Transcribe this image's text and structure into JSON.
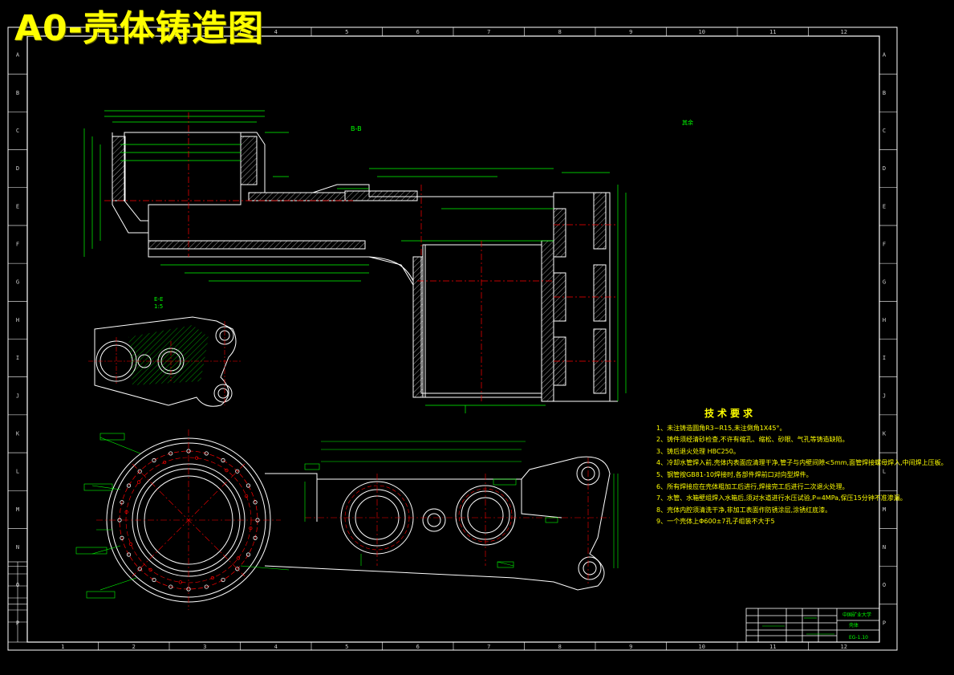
{
  "title": "A0-壳体铸造图",
  "section_labels": {
    "section_a": "B-B",
    "section_b": "E-E",
    "scale_b": "1:5",
    "roughness": "其余"
  },
  "technical_requirements": {
    "heading": "技术要求",
    "items": [
      "1、未注铸造圆角R3~R15,未注倒角1X45°。",
      "2、铸件须经清砂检查,不许有缩孔、缩松、砂眼、气孔等铸造缺陷。",
      "3、铸后退火处理 HBC250。",
      "4、冷却水管焊入前,壳体内表面应清理干净,管子与内壁间隙<5mm,面管焊接螺母焊入,中间焊上压板。",
      "5、钢管按GB81-10焊接时,各部件焊前口对向型焊件。",
      "6、所有焊接应在壳体粗加工后进行,焊接完工后进行二次退火处理。",
      "7、水管、水箱壁组焊入水箱后,须对水道进行水压试验,P=4MPa,保压15分钟不准渗漏。",
      "8、壳体内腔须清洗干净,非加工表面作防锈涂层,涂锈红底漆。",
      "9、一个壳体上Φ600±7孔子组装不大于5"
    ]
  },
  "title_block": {
    "school": "中国矿业大学",
    "part_name": "壳体",
    "drawing_no": "EG-1.10"
  },
  "grid": {
    "columns": [
      "1",
      "2",
      "3",
      "4",
      "5",
      "6",
      "7",
      "8",
      "9",
      "10",
      "11",
      "12"
    ],
    "rows": [
      "A",
      "B",
      "C",
      "D",
      "E",
      "F",
      "G",
      "H",
      "I",
      "J",
      "K",
      "L",
      "M",
      "N",
      "O",
      "P"
    ]
  },
  "colors": {
    "background": "#000000",
    "outline": "#ffffff",
    "dimension": "#00ff00",
    "centerline": "#ff0000",
    "title": "#ffff00",
    "hatch": "#ffffff"
  }
}
